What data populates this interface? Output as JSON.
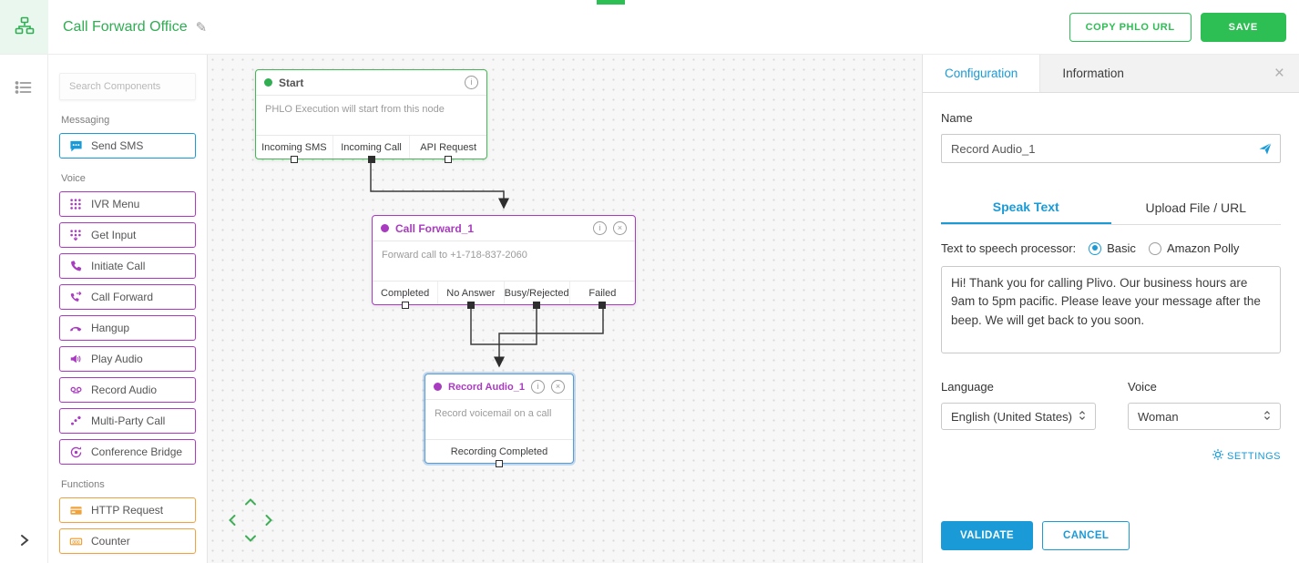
{
  "header": {
    "title": "Call Forward Office",
    "copy_phlo_url": "COPY PHLO URL",
    "save": "SAVE"
  },
  "sidebar": {
    "search_placeholder": "Search Components",
    "sections": [
      {
        "label": "Messaging",
        "color": "#1a9bd8",
        "items": [
          {
            "label": "Send SMS",
            "icon": "chat-bubble-icon"
          }
        ]
      },
      {
        "label": "Voice",
        "color": "#a93bc0",
        "items": [
          {
            "label": "IVR Menu",
            "icon": "keypad-icon"
          },
          {
            "label": "Get Input",
            "icon": "keypad-input-icon"
          },
          {
            "label": "Initiate Call",
            "icon": "phone-icon"
          },
          {
            "label": "Call Forward",
            "icon": "phone-forward-icon"
          },
          {
            "label": "Hangup",
            "icon": "phone-hangup-icon"
          },
          {
            "label": "Play Audio",
            "icon": "speaker-icon"
          },
          {
            "label": "Record Audio",
            "icon": "record-icon"
          },
          {
            "label": "Multi-Party Call",
            "icon": "multi-party-icon"
          },
          {
            "label": "Conference Bridge",
            "icon": "conference-icon"
          }
        ]
      },
      {
        "label": "Functions",
        "color": "#f0a33c",
        "items": [
          {
            "label": "HTTP Request",
            "icon": "http-card-icon"
          },
          {
            "label": "Counter",
            "icon": "counter-icon"
          }
        ]
      }
    ]
  },
  "canvas": {
    "nodes": {
      "start": {
        "title": "Start",
        "description": "PHLO Execution will start from this node",
        "outputs": [
          "Incoming SMS",
          "Incoming Call",
          "API Request"
        ]
      },
      "call_forward": {
        "title": "Call Forward_1",
        "description": "Forward call to +1-718-837-2060",
        "outputs": [
          "Completed",
          "No Answer",
          "Busy/Rejected",
          "Failed"
        ]
      },
      "record_audio": {
        "title": "Record Audio_1",
        "description": "Record voicemail on a call",
        "outputs": [
          "Recording Completed"
        ]
      }
    }
  },
  "panel": {
    "tabs": {
      "configuration": "Configuration",
      "information": "Information"
    },
    "name_label": "Name",
    "name_value": "Record Audio_1",
    "speak_tab": "Speak Text",
    "upload_tab": "Upload File / URL",
    "tts_label": "Text to speech processor:",
    "tts_basic": "Basic",
    "tts_polly": "Amazon Polly",
    "speech_text": "Hi! Thank you for calling Plivo. Our business hours are 9am to 5pm pacific. Please leave your message after the beep. We will get back to you soon.",
    "language_label": "Language",
    "language_value": "English (United States)",
    "voice_label": "Voice",
    "voice_value": "Woman",
    "settings": "SETTINGS",
    "validate": "VALIDATE",
    "cancel": "CANCEL"
  },
  "colors": {
    "green": "#2dbf53",
    "blue": "#1a9bd8",
    "purple": "#a93bc0",
    "orange": "#f0a33c"
  }
}
